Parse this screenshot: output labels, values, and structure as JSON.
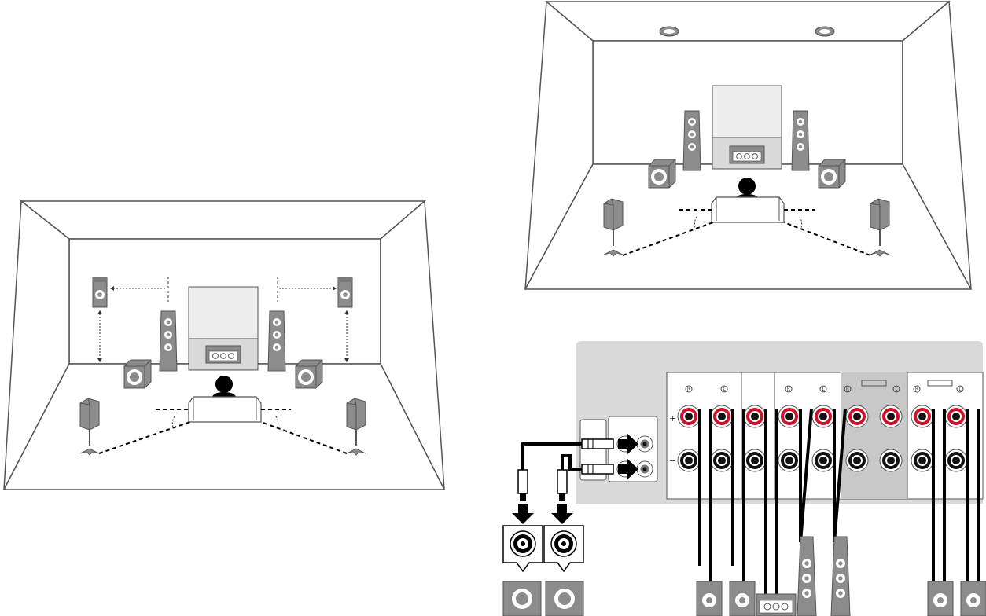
{
  "diagrams": [
    {
      "id": "room-7-1-presence",
      "description_free": true
    },
    {
      "id": "room-5-1-2-overhead",
      "description_free": true
    },
    {
      "id": "rear-panel-wiring",
      "description_free": true
    }
  ],
  "rear_panel": {
    "terminal_marks": {
      "right": "R",
      "left": "L"
    },
    "polarity": {
      "plus": "+",
      "minus": "−"
    }
  },
  "colors": {
    "outline": "#555555",
    "speaker_body": "#8c8c8c",
    "speaker_dark": "#6f6f6f",
    "panel_bg": "#d9d9d9",
    "panel_shade": "#c8c8c8",
    "terminal_red": "#d0102a",
    "terminal_black": "#111111",
    "cable": "#000000",
    "screen": "#ededed"
  },
  "icons": [
    "listener-icon",
    "front-speaker-icon",
    "center-speaker-icon",
    "subwoofer-icon",
    "surround-speaker-icon",
    "presence-speaker-icon",
    "ceiling-speaker-icon",
    "arrow-down-icon",
    "arrow-right-icon",
    "rca-plug-icon"
  ]
}
